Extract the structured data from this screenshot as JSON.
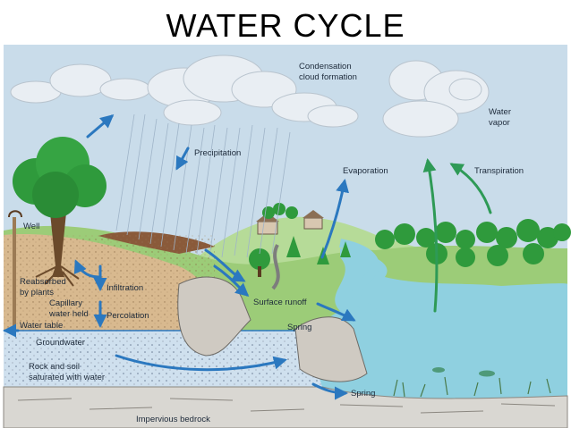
{
  "title": "WATER CYCLE",
  "labels": {
    "condensation_1": "Condensation",
    "condensation_2": "cloud formation",
    "water_vapor_1": "Water",
    "water_vapor_2": "vapor",
    "precipitation": "Precipitation",
    "evaporation": "Evaporation",
    "transpiration": "Transpiration",
    "well": "Well",
    "reabsorbed_1": "Reabsorbed",
    "reabsorbed_2": "by plants",
    "infiltration": "Infiltration",
    "capillary_1": "Capillary",
    "capillary_2": "water held",
    "percolation": "Percolation",
    "water_table": "Water table",
    "groundwater": "Groundwater",
    "surface_runoff": "Surface runoff",
    "spring_upper": "Spring",
    "rock_soil_1": "Rock and soil",
    "rock_soil_2": "saturated with water",
    "spring_lower": "Spring",
    "bedrock": "Impervious bedrock"
  },
  "colors": {
    "sky": "#c9dcea",
    "cloud": "#e9eef3",
    "land": "#9ccc78",
    "soil": "#d8b98f",
    "groundwater": "#cfe0ee",
    "water": "#8fd0e0",
    "bedrock": "#d9d7d2",
    "arrow": "#2b78bf",
    "tree": "#2f9a3c"
  }
}
